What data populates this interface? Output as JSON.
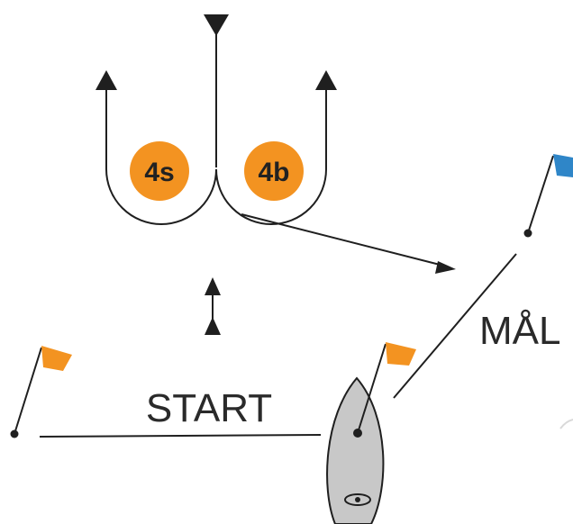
{
  "marks": [
    {
      "id": "4s",
      "label": "4s"
    },
    {
      "id": "4b",
      "label": "4b"
    }
  ],
  "lines": {
    "start_label": "START",
    "finish_label": "MÅL"
  },
  "colors": {
    "mark_fill": "#f39321",
    "flag_orange": "#f39321",
    "flag_blue": "#2f86c8",
    "boat_hull": "#c8c8c8",
    "stroke": "#1f1f1f"
  }
}
